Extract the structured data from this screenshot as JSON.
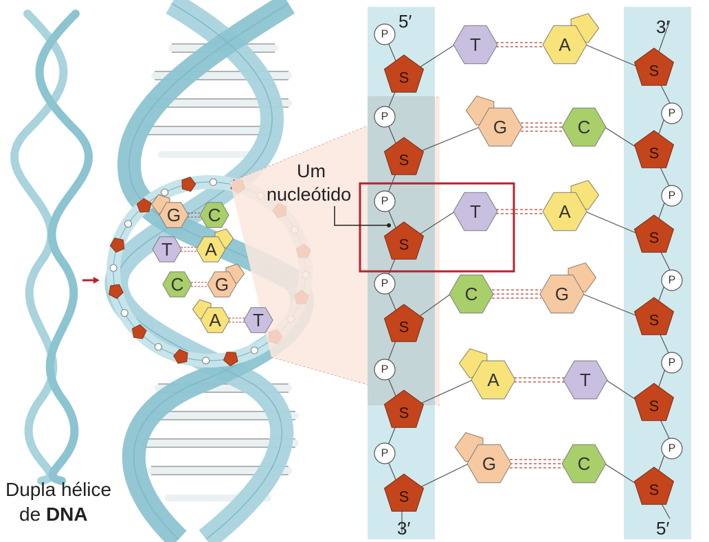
{
  "caption": {
    "line1": "Dupla hélice",
    "line2_prefix": "de ",
    "line2_bold": "DNA"
  },
  "callout": {
    "line1": "Um",
    "line2": "nucleótido"
  },
  "strand_ends": {
    "left_top": "5′",
    "left_bottom": "3′",
    "right_top": "3′",
    "right_bottom": "5′"
  },
  "labels": {
    "phosphate": "P",
    "sugar": "S"
  },
  "base_pairs": [
    {
      "left": "T",
      "right": "A"
    },
    {
      "left": "G",
      "right": "C"
    },
    {
      "left": "T",
      "right": "A"
    },
    {
      "left": "C",
      "right": "G"
    },
    {
      "left": "A",
      "right": "T"
    },
    {
      "left": "G",
      "right": "C"
    }
  ],
  "helix_pairs": [
    {
      "left": "G",
      "right": "C"
    },
    {
      "left": "T",
      "right": "A"
    },
    {
      "left": "C",
      "right": "G"
    },
    {
      "left": "A",
      "right": "T"
    }
  ],
  "colors": {
    "backbone_band": "#cfe9ef",
    "sugar": "#c4451c",
    "A": "#f7e37a",
    "T": "#c9bfe0",
    "G": "#f7c9a0",
    "C": "#a8cf6a",
    "highlight_box": "#b3242f",
    "helix": "#b9dde5"
  }
}
